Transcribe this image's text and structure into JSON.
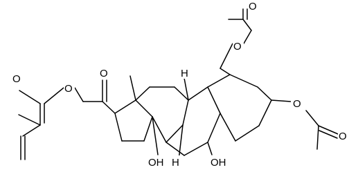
{
  "structure": {
    "atom_labels": {
      "acrylate_ester_O": "O",
      "acrylate_carbonyl_O": "O",
      "ketone_O": "O",
      "acetoxymethyl_ester_O": "O",
      "acetoxymethyl_carbonyl_O": "O",
      "ring_acetoxy_ester_O": "O",
      "ring_acetoxy_carbonyl_O": "O",
      "oh_14": "OH",
      "oh_5": "OH",
      "h_8": "H",
      "h_9": "H"
    }
  }
}
